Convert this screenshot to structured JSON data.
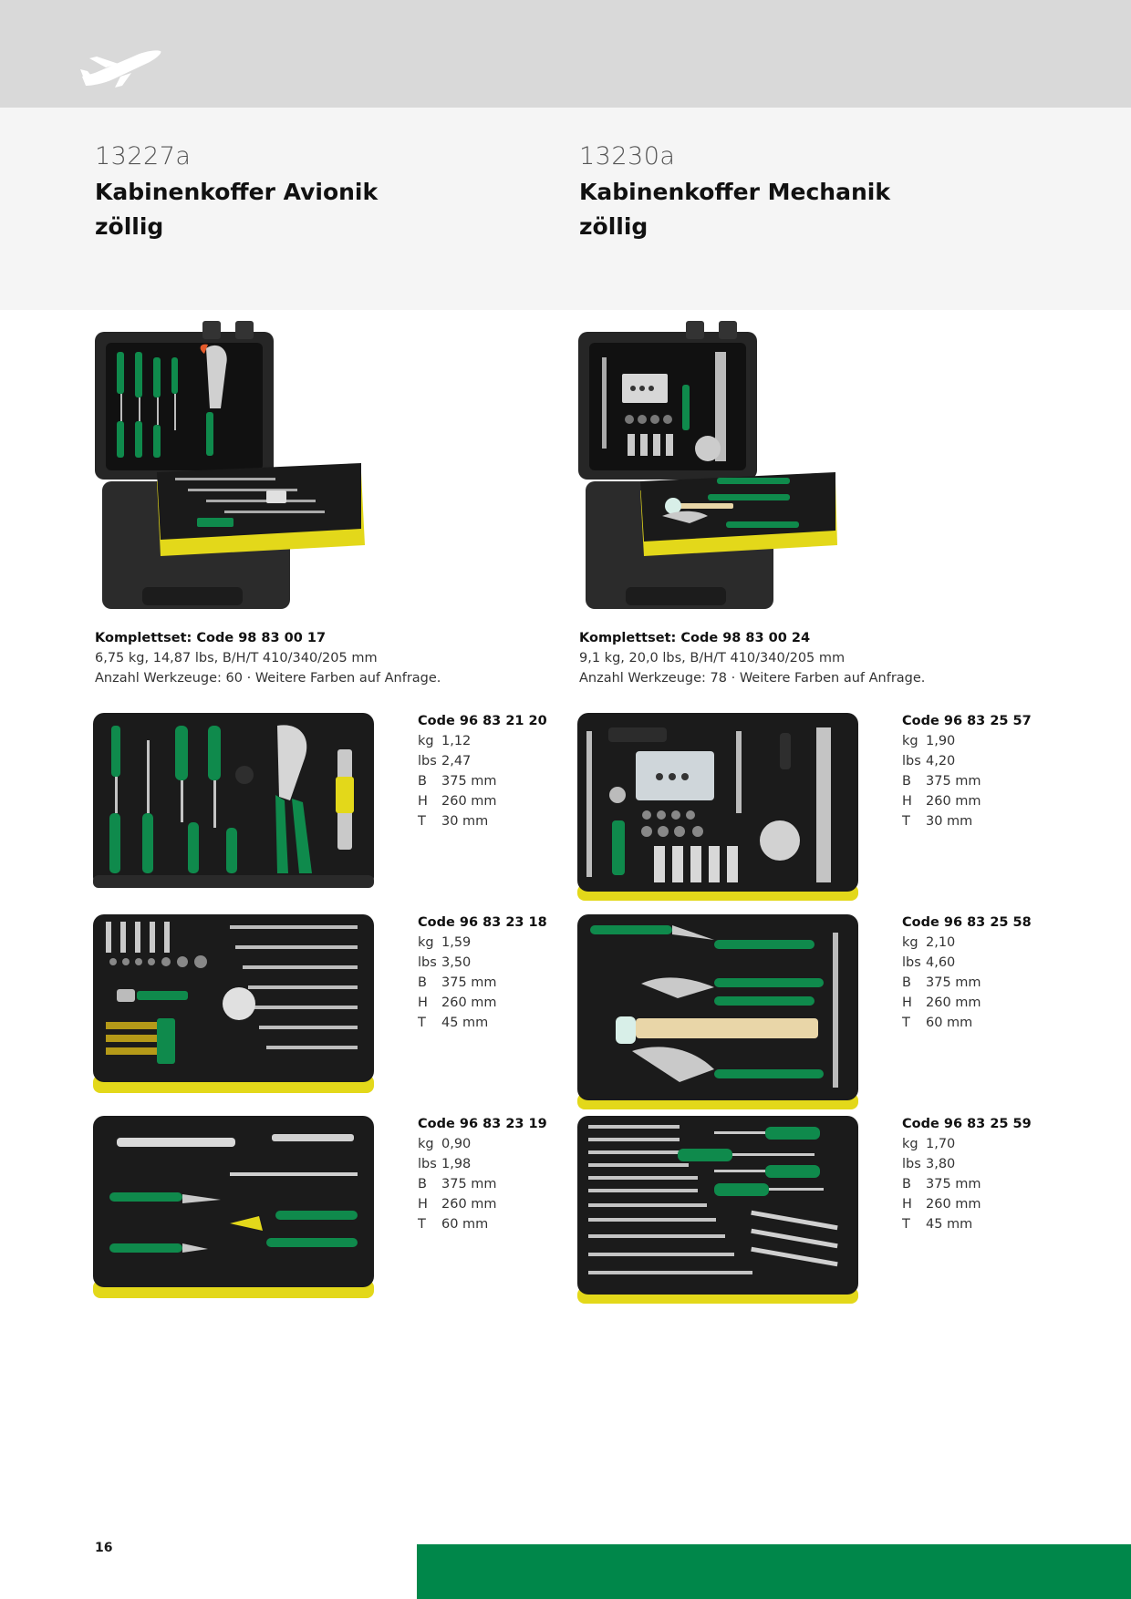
{
  "page": {
    "number": "16",
    "accent": "#00874a"
  },
  "header": {
    "icon": "airplane-icon"
  },
  "products": [
    {
      "number": "13227a",
      "title_line1": "Kabinenkoffer Avionik",
      "title_line2": "zöllig",
      "set_code": "Komplettset: Code 98 83 00 17",
      "set_specs": "6,75 kg, 14,87 lbs, B/H/T 410/340/205 mm",
      "set_count": "Anzahl Werkzeuge: 60 · Weitere Farben auf Anfrage.",
      "trays": [
        {
          "code": "Code 96 83 21 20",
          "kg_label": "kg",
          "kg": "1,12",
          "lbs_label": "lbs",
          "lbs": "2,47",
          "b_label": "B",
          "b": "375 mm",
          "h_label": "H",
          "h": "260 mm",
          "t_label": "T",
          "t": "30 mm"
        },
        {
          "code": "Code 96 83 23 18",
          "kg_label": "kg",
          "kg": "1,59",
          "lbs_label": "lbs",
          "lbs": "3,50",
          "b_label": "B",
          "b": "375 mm",
          "h_label": "H",
          "h": "260 mm",
          "t_label": "T",
          "t": "45 mm"
        },
        {
          "code": "Code 96 83 23 19",
          "kg_label": "kg",
          "kg": "0,90",
          "lbs_label": "lbs",
          "lbs": "1,98",
          "b_label": "B",
          "b": "375 mm",
          "h_label": "H",
          "h": "260 mm",
          "t_label": "T",
          "t": "60 mm"
        }
      ]
    },
    {
      "number": "13230a",
      "title_line1": "Kabinenkoffer Mechanik",
      "title_line2": "zöllig",
      "set_code": "Komplettset: Code 98 83 00 24",
      "set_specs": "9,1 kg, 20,0 lbs, B/H/T 410/340/205 mm",
      "set_count": "Anzahl Werkzeuge: 78 · Weitere Farben auf Anfrage.",
      "trays": [
        {
          "code": "Code 96 83 25 57",
          "kg_label": "kg",
          "kg": "1,90",
          "lbs_label": "lbs",
          "lbs": "4,20",
          "b_label": "B",
          "b": "375 mm",
          "h_label": "H",
          "h": "260 mm",
          "t_label": "T",
          "t": "30 mm"
        },
        {
          "code": "Code 96 83 25 58",
          "kg_label": "kg",
          "kg": "2,10",
          "lbs_label": "lbs",
          "lbs": "4,60",
          "b_label": "B",
          "b": "375 mm",
          "h_label": "H",
          "h": "260 mm",
          "t_label": "T",
          "t": "60 mm"
        },
        {
          "code": "Code 96 83 25 59",
          "kg_label": "kg",
          "kg": "1,70",
          "lbs_label": "lbs",
          "lbs": "3,80",
          "b_label": "B",
          "b": "375 mm",
          "h_label": "H",
          "h": "260 mm",
          "t_label": "T",
          "t": "45 mm"
        }
      ]
    }
  ]
}
